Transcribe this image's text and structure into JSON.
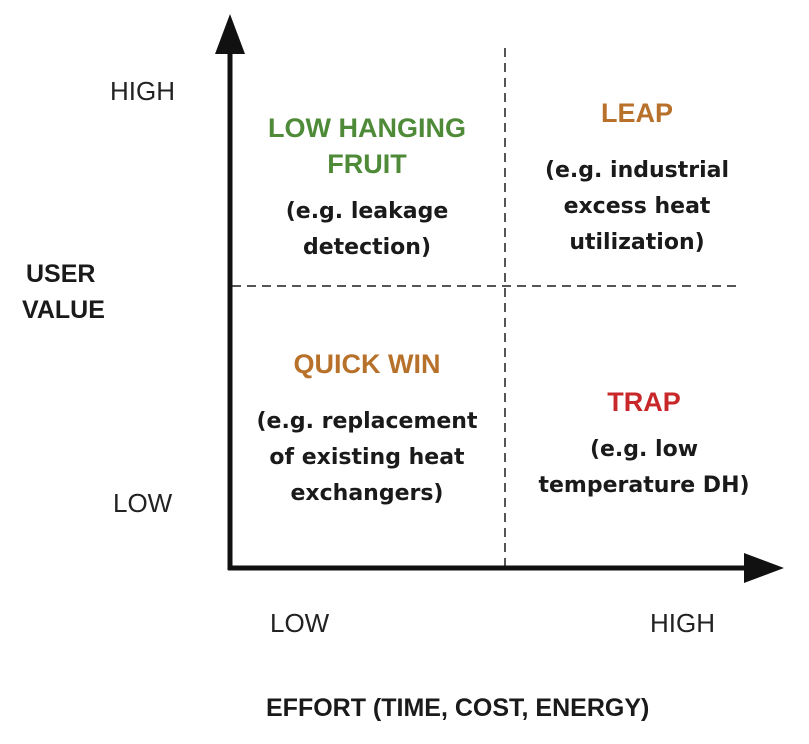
{
  "colors": {
    "axis": "#111111",
    "divider": "#555555",
    "low_hanging_fruit": "#4e8a37",
    "leap": "#b8712b",
    "quick_win": "#b8712b",
    "trap": "#c8282a"
  },
  "axes": {
    "y": {
      "title_line1": "USER",
      "title_line2": "VALUE",
      "high": "HIGH",
      "low": "LOW"
    },
    "x": {
      "title": "EFFORT (TIME, COST, ENERGY)",
      "low": "LOW",
      "high": "HIGH"
    }
  },
  "quadrants": {
    "low_hanging_fruit": {
      "title_line1": "LOW HANGING",
      "title_line2": "FRUIT",
      "example_line1": "(e.g. leakage",
      "example_line2": "detection)"
    },
    "leap": {
      "title": "LEAP",
      "example_line1": "(e.g. industrial",
      "example_line2": "excess heat",
      "example_line3": "utilization)"
    },
    "quick_win": {
      "title": "QUICK WIN",
      "example_line1": "(e.g. replacement",
      "example_line2": "of existing heat",
      "example_line3": "exchangers)"
    },
    "trap": {
      "title": "TRAP",
      "example_line1": "(e.g. low",
      "example_line2": "temperature DH)"
    }
  }
}
